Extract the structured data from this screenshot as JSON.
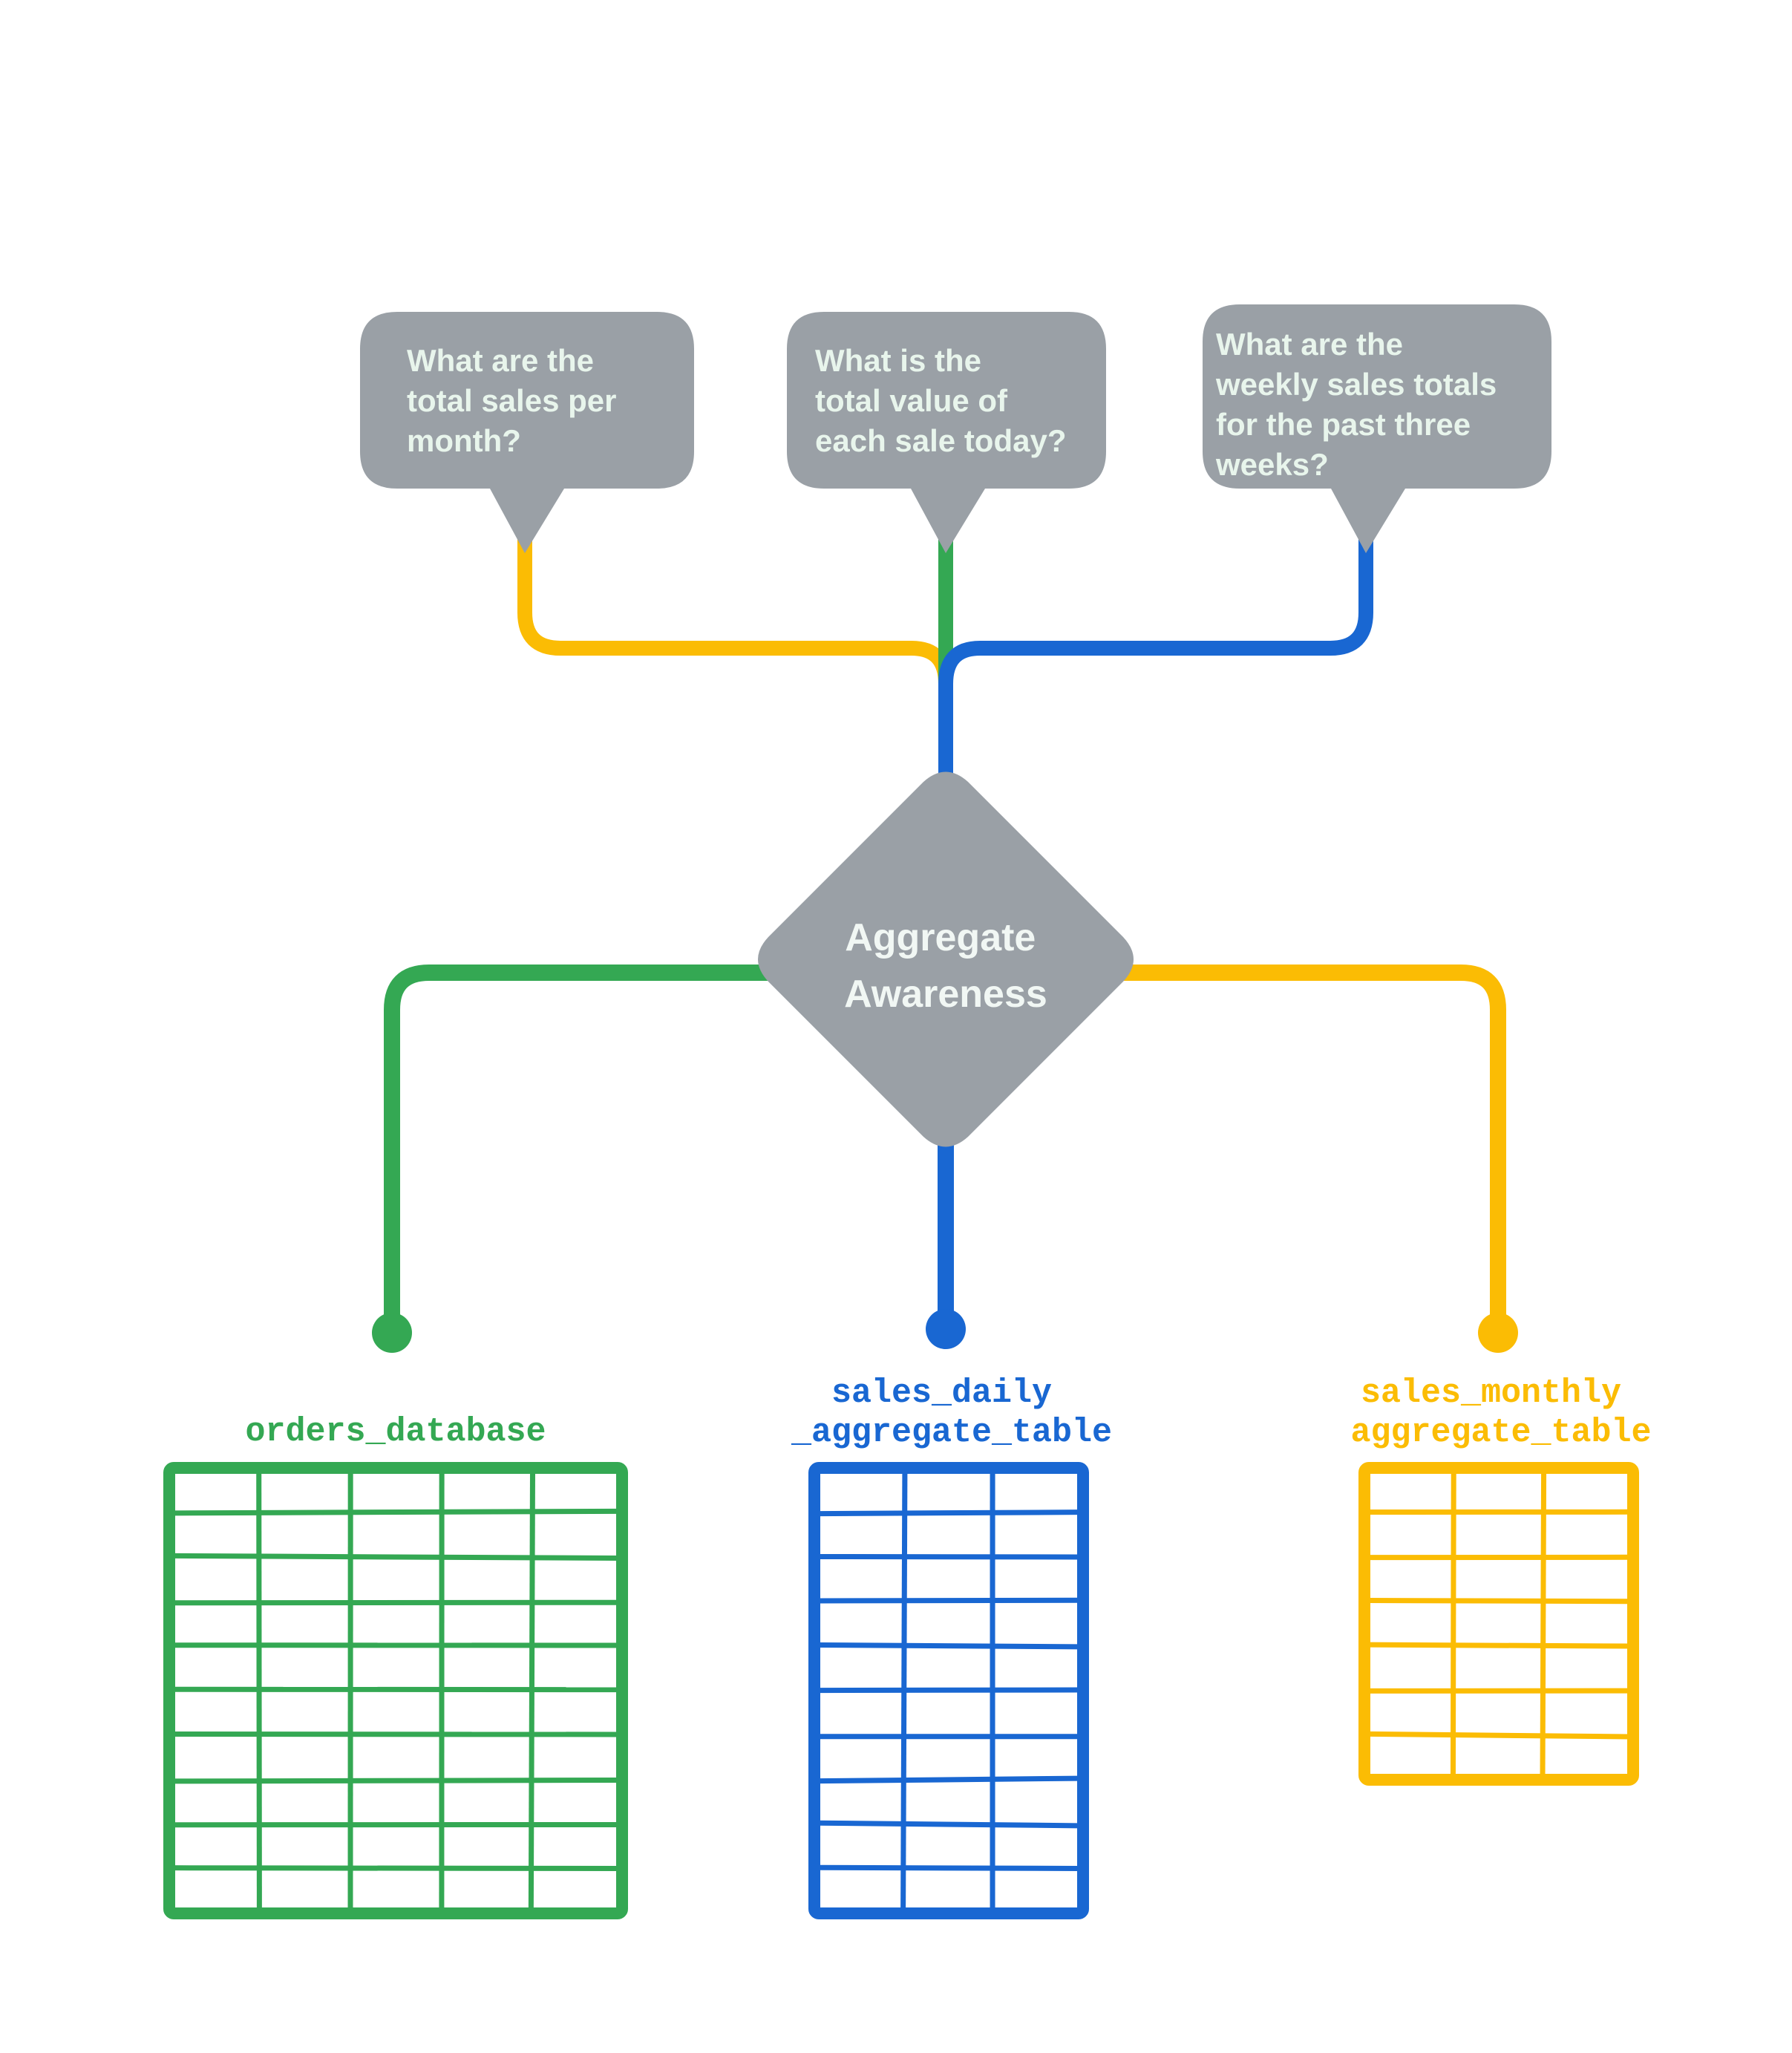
{
  "diagram": {
    "title_node": {
      "label_line1": "Aggregate",
      "label_line2": "Awareness",
      "shape": "diamond",
      "fill": "#9aa0a6",
      "text_color": "#f1f7f4"
    },
    "questions": [
      {
        "id": "monthly-question",
        "lines": [
          "What are the",
          "total sales per",
          "month?"
        ],
        "connector_color": "#fbbc04",
        "bubble_fill": "#9aa0a6",
        "text_color": "#e8f5ec"
      },
      {
        "id": "daily-question",
        "lines": [
          "What is the",
          "total value of",
          "each sale today?"
        ],
        "connector_color": "#34a853",
        "bubble_fill": "#9aa0a6",
        "text_color": "#e8f5ec"
      },
      {
        "id": "weekly-question",
        "lines": [
          "What are the",
          "weekly sales totals",
          "for the past three",
          "weeks?"
        ],
        "connector_color": "#1967d2",
        "bubble_fill": "#9aa0a6",
        "text_color": "#e8f5ec"
      }
    ],
    "sources": [
      {
        "id": "orders-database",
        "label_lines": [
          "orders_database"
        ],
        "color": "#34a853",
        "columns": 5,
        "rows": 10
      },
      {
        "id": "sales-daily-aggregate-table",
        "label_lines": [
          "sales_daily",
          "_aggregate_table"
        ],
        "color": "#1967d2",
        "columns": 3,
        "rows": 10
      },
      {
        "id": "sales-monthly-aggregate-table",
        "label_lines": [
          "sales_monthly",
          "aggregate_table"
        ],
        "color": "#fbbc04",
        "columns": 3,
        "rows": 7
      }
    ],
    "colors": {
      "green": "#34a853",
      "blue": "#1967d2",
      "yellow": "#fbbc04",
      "gray": "#9aa0a6",
      "background": "#ffffff"
    }
  }
}
